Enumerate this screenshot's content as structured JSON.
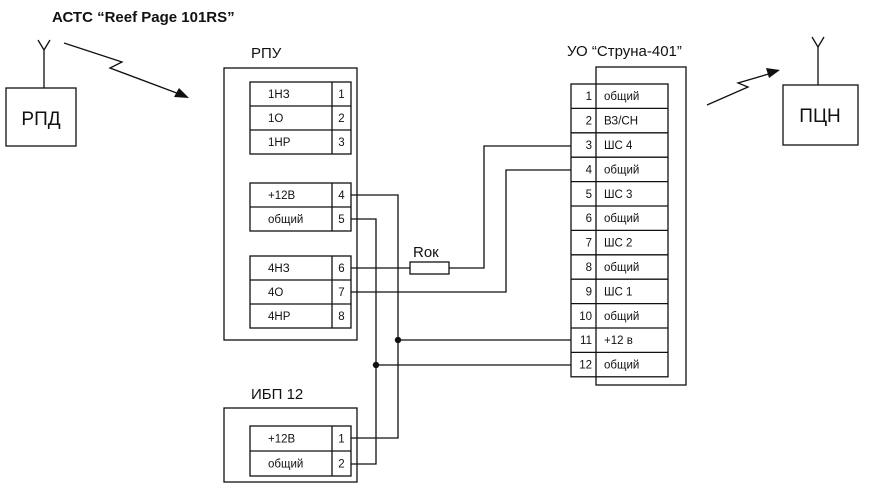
{
  "title": "АСТС “Reef Page 101RS”",
  "rpd": {
    "label": "РПД"
  },
  "pcn": {
    "label": "ПЦН"
  },
  "rpu": {
    "title": "РПУ",
    "groups": [
      [
        {
          "label": "1НЗ",
          "num": "1"
        },
        {
          "label": "1О",
          "num": "2"
        },
        {
          "label": "1НР",
          "num": "3"
        }
      ],
      [
        {
          "label": "+12В",
          "num": "4"
        },
        {
          "label": "общий",
          "num": "5"
        }
      ],
      [
        {
          "label": "4НЗ",
          "num": "6"
        },
        {
          "label": "4О",
          "num": "7"
        },
        {
          "label": "4НР",
          "num": "8"
        }
      ]
    ]
  },
  "ibp": {
    "title": "ИБП 12",
    "rows": [
      {
        "label": "+12В",
        "num": "1"
      },
      {
        "label": "общий",
        "num": "2"
      }
    ]
  },
  "uo": {
    "title": "УО “Струна-401”",
    "rows": [
      {
        "num": "1",
        "label": "общий"
      },
      {
        "num": "2",
        "label": "ВЗ/СН"
      },
      {
        "num": "3",
        "label": "ШС 4"
      },
      {
        "num": "4",
        "label": "общий"
      },
      {
        "num": "5",
        "label": "ШС 3"
      },
      {
        "num": "6",
        "label": "общий"
      },
      {
        "num": "7",
        "label": "ШС 2"
      },
      {
        "num": "8",
        "label": "общий"
      },
      {
        "num": "9",
        "label": "ШС 1"
      },
      {
        "num": "10",
        "label": "общий"
      },
      {
        "num": "11",
        "label": "+12 в"
      },
      {
        "num": "12",
        "label": "общий"
      }
    ]
  },
  "resistor": {
    "label": "Rок"
  }
}
